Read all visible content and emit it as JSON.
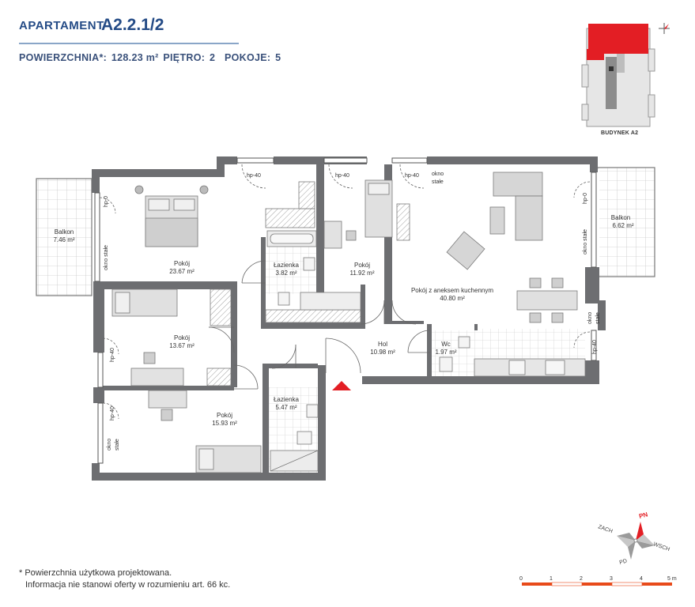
{
  "header": {
    "title": "APARTAMENT",
    "code": "A2.2.1/2",
    "area_label": "POWIERZCHNIA*:",
    "area_value": "128.23 m²",
    "floor_label": "PIĘTRO:",
    "floor_value": "2",
    "rooms_label": "POKOJE:",
    "rooms_value": "5"
  },
  "building": {
    "label": "BUDYNEK A2"
  },
  "rooms": [
    {
      "name": "Balkon",
      "area": "7.46 m²"
    },
    {
      "name": "Pokój",
      "area": "23.67 m²"
    },
    {
      "name": "Łazienka",
      "area": "3.82 m²"
    },
    {
      "name": "Pokój",
      "area": "11.92 m²"
    },
    {
      "name": "Pokój z aneksem kuchennym",
      "area": "40.80 m²"
    },
    {
      "name": "Balkon",
      "area": "6.62 m²"
    },
    {
      "name": "Pokój",
      "area": "13.67 m²"
    },
    {
      "name": "Hol",
      "area": "10.98 m²"
    },
    {
      "name": "Wc",
      "area": "1.97 m²"
    },
    {
      "name": "Łazienka",
      "area": "5.47 m²"
    },
    {
      "name": "Pokój",
      "area": "15.93 m²"
    }
  ],
  "window_labels": {
    "hp40": "hp-40",
    "hp0": "hp-0",
    "okno_stale": "okno stałe",
    "okno": "okno",
    "stale": "stałe"
  },
  "compass": {
    "north": "PN",
    "west": "ZACH",
    "east": "WSCH",
    "south": "PD"
  },
  "scale": {
    "ticks": [
      "0",
      "1",
      "2",
      "3",
      "4",
      "5 m"
    ]
  },
  "footnote": {
    "line1": "* Powierzchnia użytkowa projektowana.",
    "line2": "Informacja nie stanowi oferty w rozumieniu art. 66 kc."
  },
  "colors": {
    "title": "#244b86",
    "wall": "#6d6e71",
    "accent_red": "#e31e24",
    "scale_red": "#e84a1a"
  }
}
